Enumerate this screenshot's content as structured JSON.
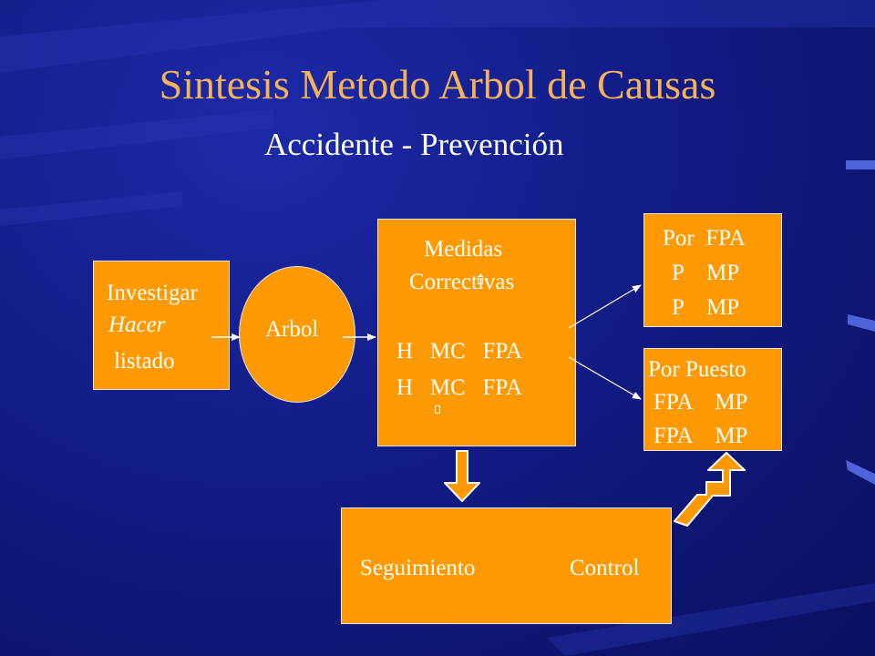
{
  "title": "Sintesis Metodo Arbol de Causas",
  "subtitle": "Accidente - Prevención",
  "investigar": {
    "line1": "Investigar",
    "line2": "Hacer",
    "line3": "listado"
  },
  "arbol": "Arbol",
  "medidas": {
    "line1": "Medidas",
    "line2": "Correctivas",
    "row1": "H   MC   FPA",
    "row2": "H   MC   FPA"
  },
  "por_fpa": {
    "line1": "Por  FPA",
    "line2": "P    MP",
    "line3": "P    MP"
  },
  "por_puesto": {
    "line1": "Por Puesto",
    "line2": "FPA    MP",
    "line3": "FPA    MP"
  },
  "seguimiento": {
    "left": "Seguimiento",
    "right": "Control"
  },
  "colors": {
    "background": "#121c86",
    "title": "#f4b25a",
    "box_fill": "#ff9900",
    "text": "#ffffff"
  }
}
